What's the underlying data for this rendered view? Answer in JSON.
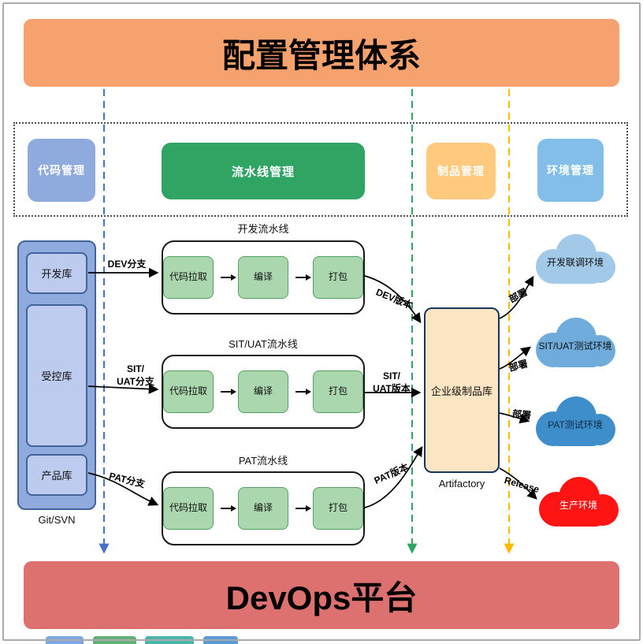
{
  "header": {
    "title": "配置管理体系",
    "color": "#F5A26E"
  },
  "footer": {
    "title": "DevOps平台",
    "color": "#DD7170"
  },
  "categories": {
    "code": {
      "label": "代码管理",
      "color": "#8FAADC"
    },
    "pipeline": {
      "label": "流水线管理",
      "color": "#2FA463"
    },
    "artifact": {
      "label": "制品管理",
      "color": "#FFC97E"
    },
    "environment": {
      "label": "环境管理",
      "color": "#82BEE8"
    }
  },
  "lanes": {
    "code": "#4472C4",
    "pipeline": "#2FA463",
    "artifact": "#FFB900"
  },
  "repos": {
    "caption": "Git/SVN",
    "container_color": "#8FAADC",
    "item_color": "#BCCBEE",
    "items": [
      {
        "label": "开发库"
      },
      {
        "label": "受控库"
      },
      {
        "label": "产品库"
      }
    ]
  },
  "pipelines": [
    {
      "title": "开发流水线",
      "steps": [
        "代码拉取",
        "编译",
        "打包"
      ],
      "branch": "DEV分支",
      "version": "DEV版本"
    },
    {
      "title": "SIT/UAT流水线",
      "steps": [
        "代码拉取",
        "编译",
        "打包"
      ],
      "branch": "SIT/\nUAT分支",
      "version": "SIT/\nUAT版本"
    },
    {
      "title": "PAT流水线",
      "steps": [
        "代码拉取",
        "编译",
        "打包"
      ],
      "branch": "PAT分支",
      "version": "PAT版本"
    }
  ],
  "step_color": "#ABD7AE",
  "artifact_repo": {
    "label": "企业级制品库",
    "caption": "Artifactory",
    "color": "#FBE5C2"
  },
  "environments": [
    {
      "label": "开发联调环境",
      "color": "#A3C9E8",
      "text_color": "#111111",
      "deploy": "部署"
    },
    {
      "label": "SIT/UAT测试环境",
      "color": "#6FACDC",
      "text_color": "#111111",
      "deploy": "部署"
    },
    {
      "label": "PAT测试环境",
      "color": "#3E8ECB",
      "text_color": "#0D2B45",
      "deploy": "部署"
    },
    {
      "label": "生产环境",
      "color": "#FF1414",
      "text_color": "#FFFFFF",
      "deploy": "Release"
    }
  ],
  "peek": [
    "#7EA6E0",
    "#63B178",
    "#4DB6AC",
    "#5B9BD5"
  ]
}
